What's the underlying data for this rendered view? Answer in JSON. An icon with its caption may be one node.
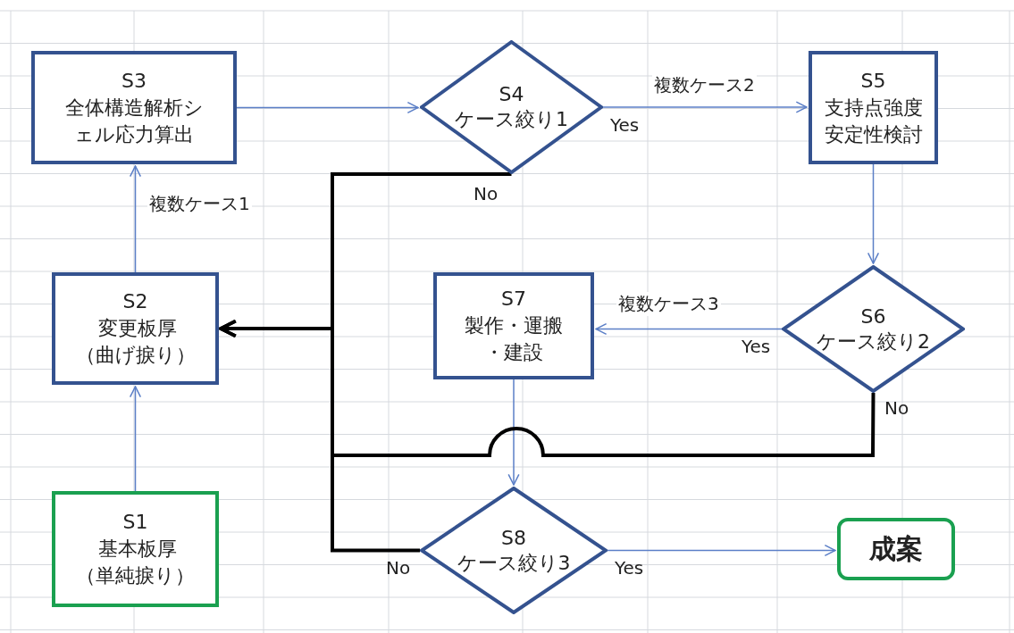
{
  "diagram": {
    "nodes": [
      {
        "text": [
          "S3",
          "全体構造解析シェル応力算出"
        ]
      },
      {
        "text": [
          "S4",
          "ケース絞り1"
        ]
      },
      {
        "text": [
          "S5",
          "支持点強度安定性検討"
        ]
      },
      {
        "text": [
          "S2",
          "変更板厚（曲げ捩り）"
        ]
      },
      {
        "text": [
          "S7",
          "製作・運搬・建設"
        ]
      },
      {
        "text": [
          "S6",
          "ケース絞り2"
        ]
      },
      {
        "text": [
          "S1",
          "基本板厚（単純捩り）"
        ]
      },
      {
        "text": [
          "S8",
          "ケース絞り3"
        ]
      },
      {
        "text": [
          "成案"
        ]
      }
    ],
    "edges": [
      {
        "from": 6,
        "to": 3,
        "arrow": "to"
      },
      {
        "from": 3,
        "to": 0,
        "arrow": "to",
        "label": "複数ケース1"
      },
      {
        "from": 0,
        "to": 1,
        "arrow": "to"
      },
      {
        "from": 1,
        "to": 2,
        "arrow": "to",
        "label": "複数ケース2"
      },
      {
        "from": 2,
        "to": 5,
        "arrow": "to"
      },
      {
        "from": 5,
        "to": 4,
        "arrow": "to",
        "label": "複数ケース3"
      },
      {
        "from": 4,
        "to": 7,
        "arrow": "to"
      },
      {
        "from": 7,
        "to": 8,
        "arrow": "to"
      },
      {
        "from": 1,
        "to": 3,
        "arrow": "to",
        "style": "thick",
        "color": "#000000"
      },
      {
        "from": 5,
        "to": 3,
        "arrow": "to",
        "style": "thick",
        "color": "#000000"
      },
      {
        "from": 7,
        "to": 3,
        "arrow": "to",
        "style": "thick",
        "color": "#000000"
      }
    ],
    "labels": [
      "Yes",
      "No",
      "Yes",
      "No",
      "No",
      "Yes"
    ]
  }
}
